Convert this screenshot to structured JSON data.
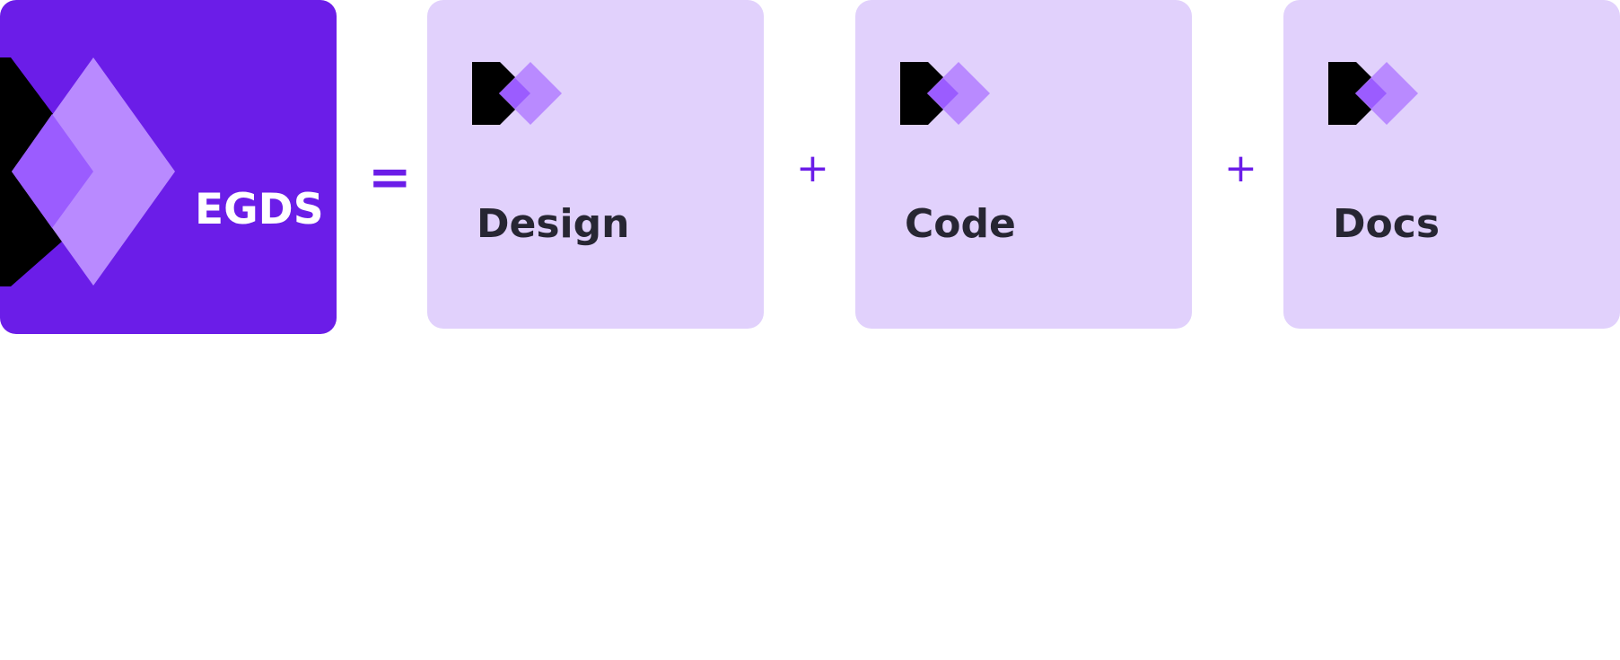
{
  "brand": {
    "label": "EGDS",
    "color": "#6b1de8"
  },
  "equation": {
    "equals": "=",
    "plus": "+"
  },
  "parts": [
    {
      "label": "Design"
    },
    {
      "label": "Code"
    },
    {
      "label": "Docs"
    }
  ],
  "colors": {
    "card_background": "#e1d1fc",
    "text_dark": "#272633",
    "logo_light_diamond": "#b98aff",
    "logo_mid_diamond": "#9b5cff",
    "logo_block": "#000000"
  }
}
